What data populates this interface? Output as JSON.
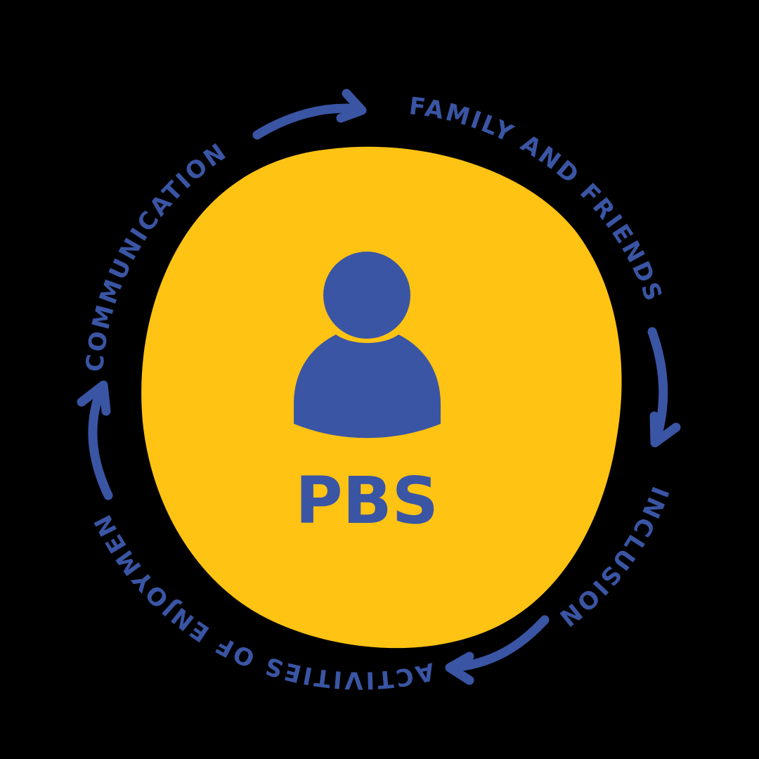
{
  "colors": {
    "background": "#000000",
    "blob": "#FFC313",
    "accent": "#3A55A4"
  },
  "center": {
    "icon": "person-icon",
    "title": "PBS"
  },
  "cycle": {
    "direction": "clockwise",
    "labels": [
      {
        "id": "family",
        "text": "FAMILY AND FRIENDS"
      },
      {
        "id": "inclusion",
        "text": "INCLUSION"
      },
      {
        "id": "activities",
        "text": "ACTIVITIES OF ENJOYMENT"
      },
      {
        "id": "communication",
        "text": "COMMUNICATION"
      }
    ],
    "arrows": [
      {
        "id": "arrow-communication-to-family",
        "icon": "curved-arrow-right-icon"
      },
      {
        "id": "arrow-family-to-inclusion",
        "icon": "curved-arrow-down-icon"
      },
      {
        "id": "arrow-inclusion-to-activities",
        "icon": "curved-arrow-left-icon"
      },
      {
        "id": "arrow-activities-to-communication",
        "icon": "curved-arrow-up-icon"
      }
    ]
  }
}
